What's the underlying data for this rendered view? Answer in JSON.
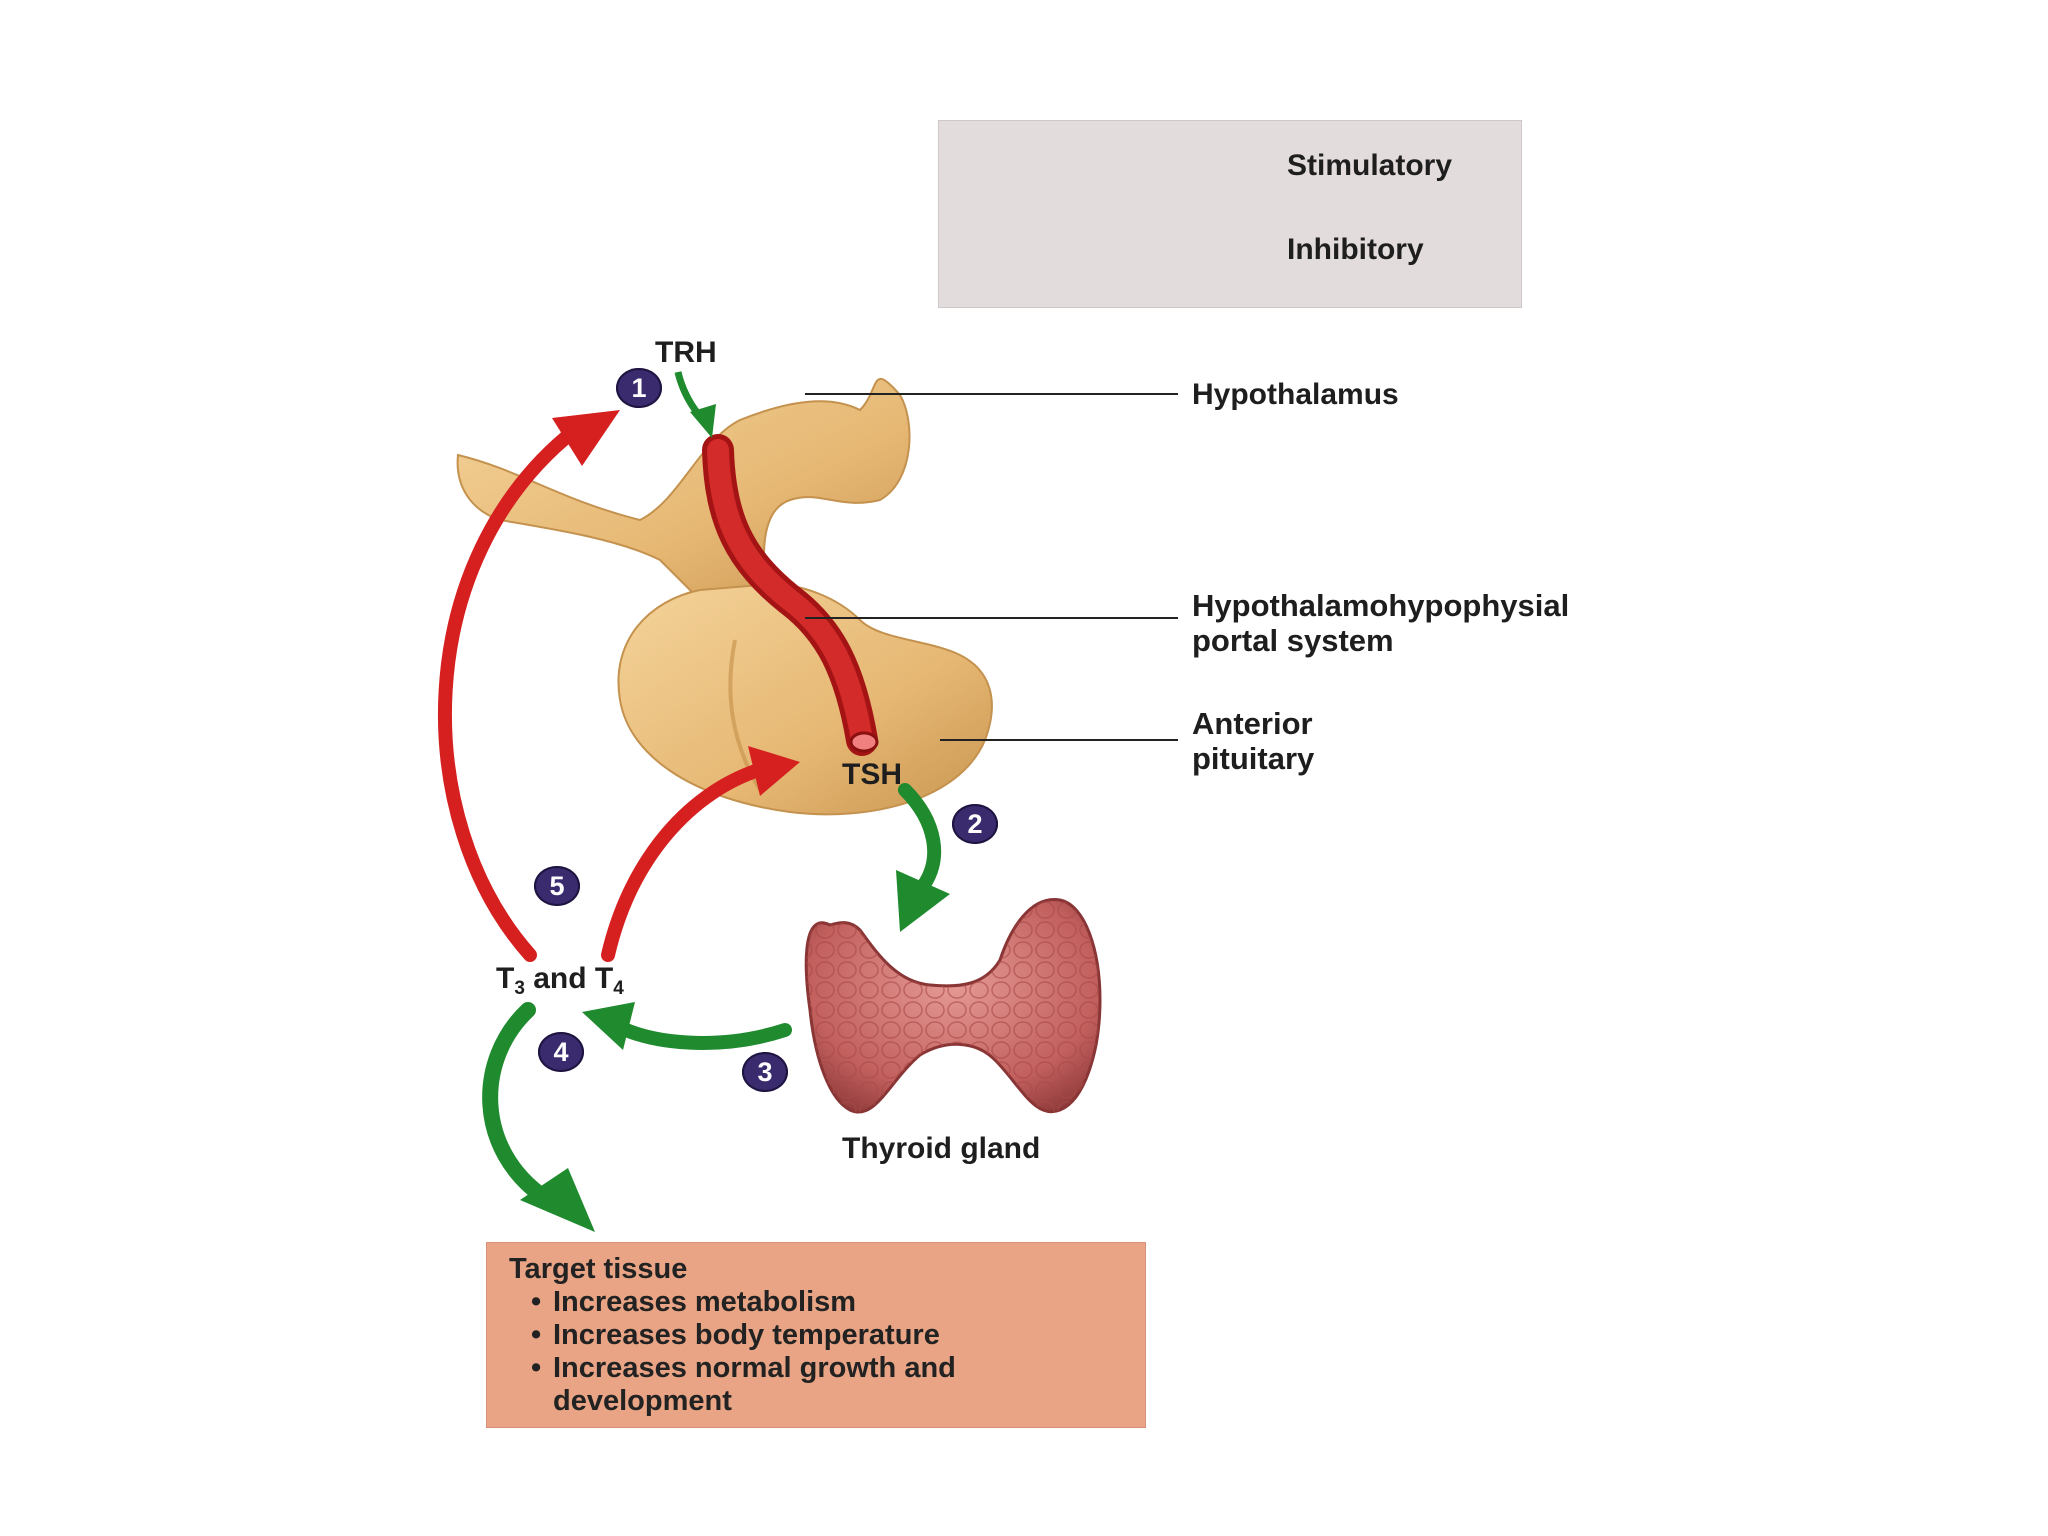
{
  "legend": {
    "stimulatory": "Stimulatory",
    "inhibitory": "Inhibitory",
    "stimulatory_color": "#1f8a2e",
    "inhibitory_color": "#d62020"
  },
  "labels": {
    "trh": "TRH",
    "tsh": "TSH",
    "t3": "T",
    "t3_sub": "3",
    "and": " and T",
    "t4_sub": "4",
    "hypothalamus": "Hypothalamus",
    "portal_line1": "Hypothalamohypophysial",
    "portal_line2": "portal system",
    "pituitary_line1": "Anterior",
    "pituitary_line2": "pituitary",
    "thyroid": "Thyroid gland"
  },
  "steps": [
    "1",
    "2",
    "3",
    "4",
    "5"
  ],
  "target": {
    "title": "Target tissue",
    "items": [
      "Increases metabolism",
      "Increases body temperature",
      "Increases normal growth and development"
    ]
  }
}
